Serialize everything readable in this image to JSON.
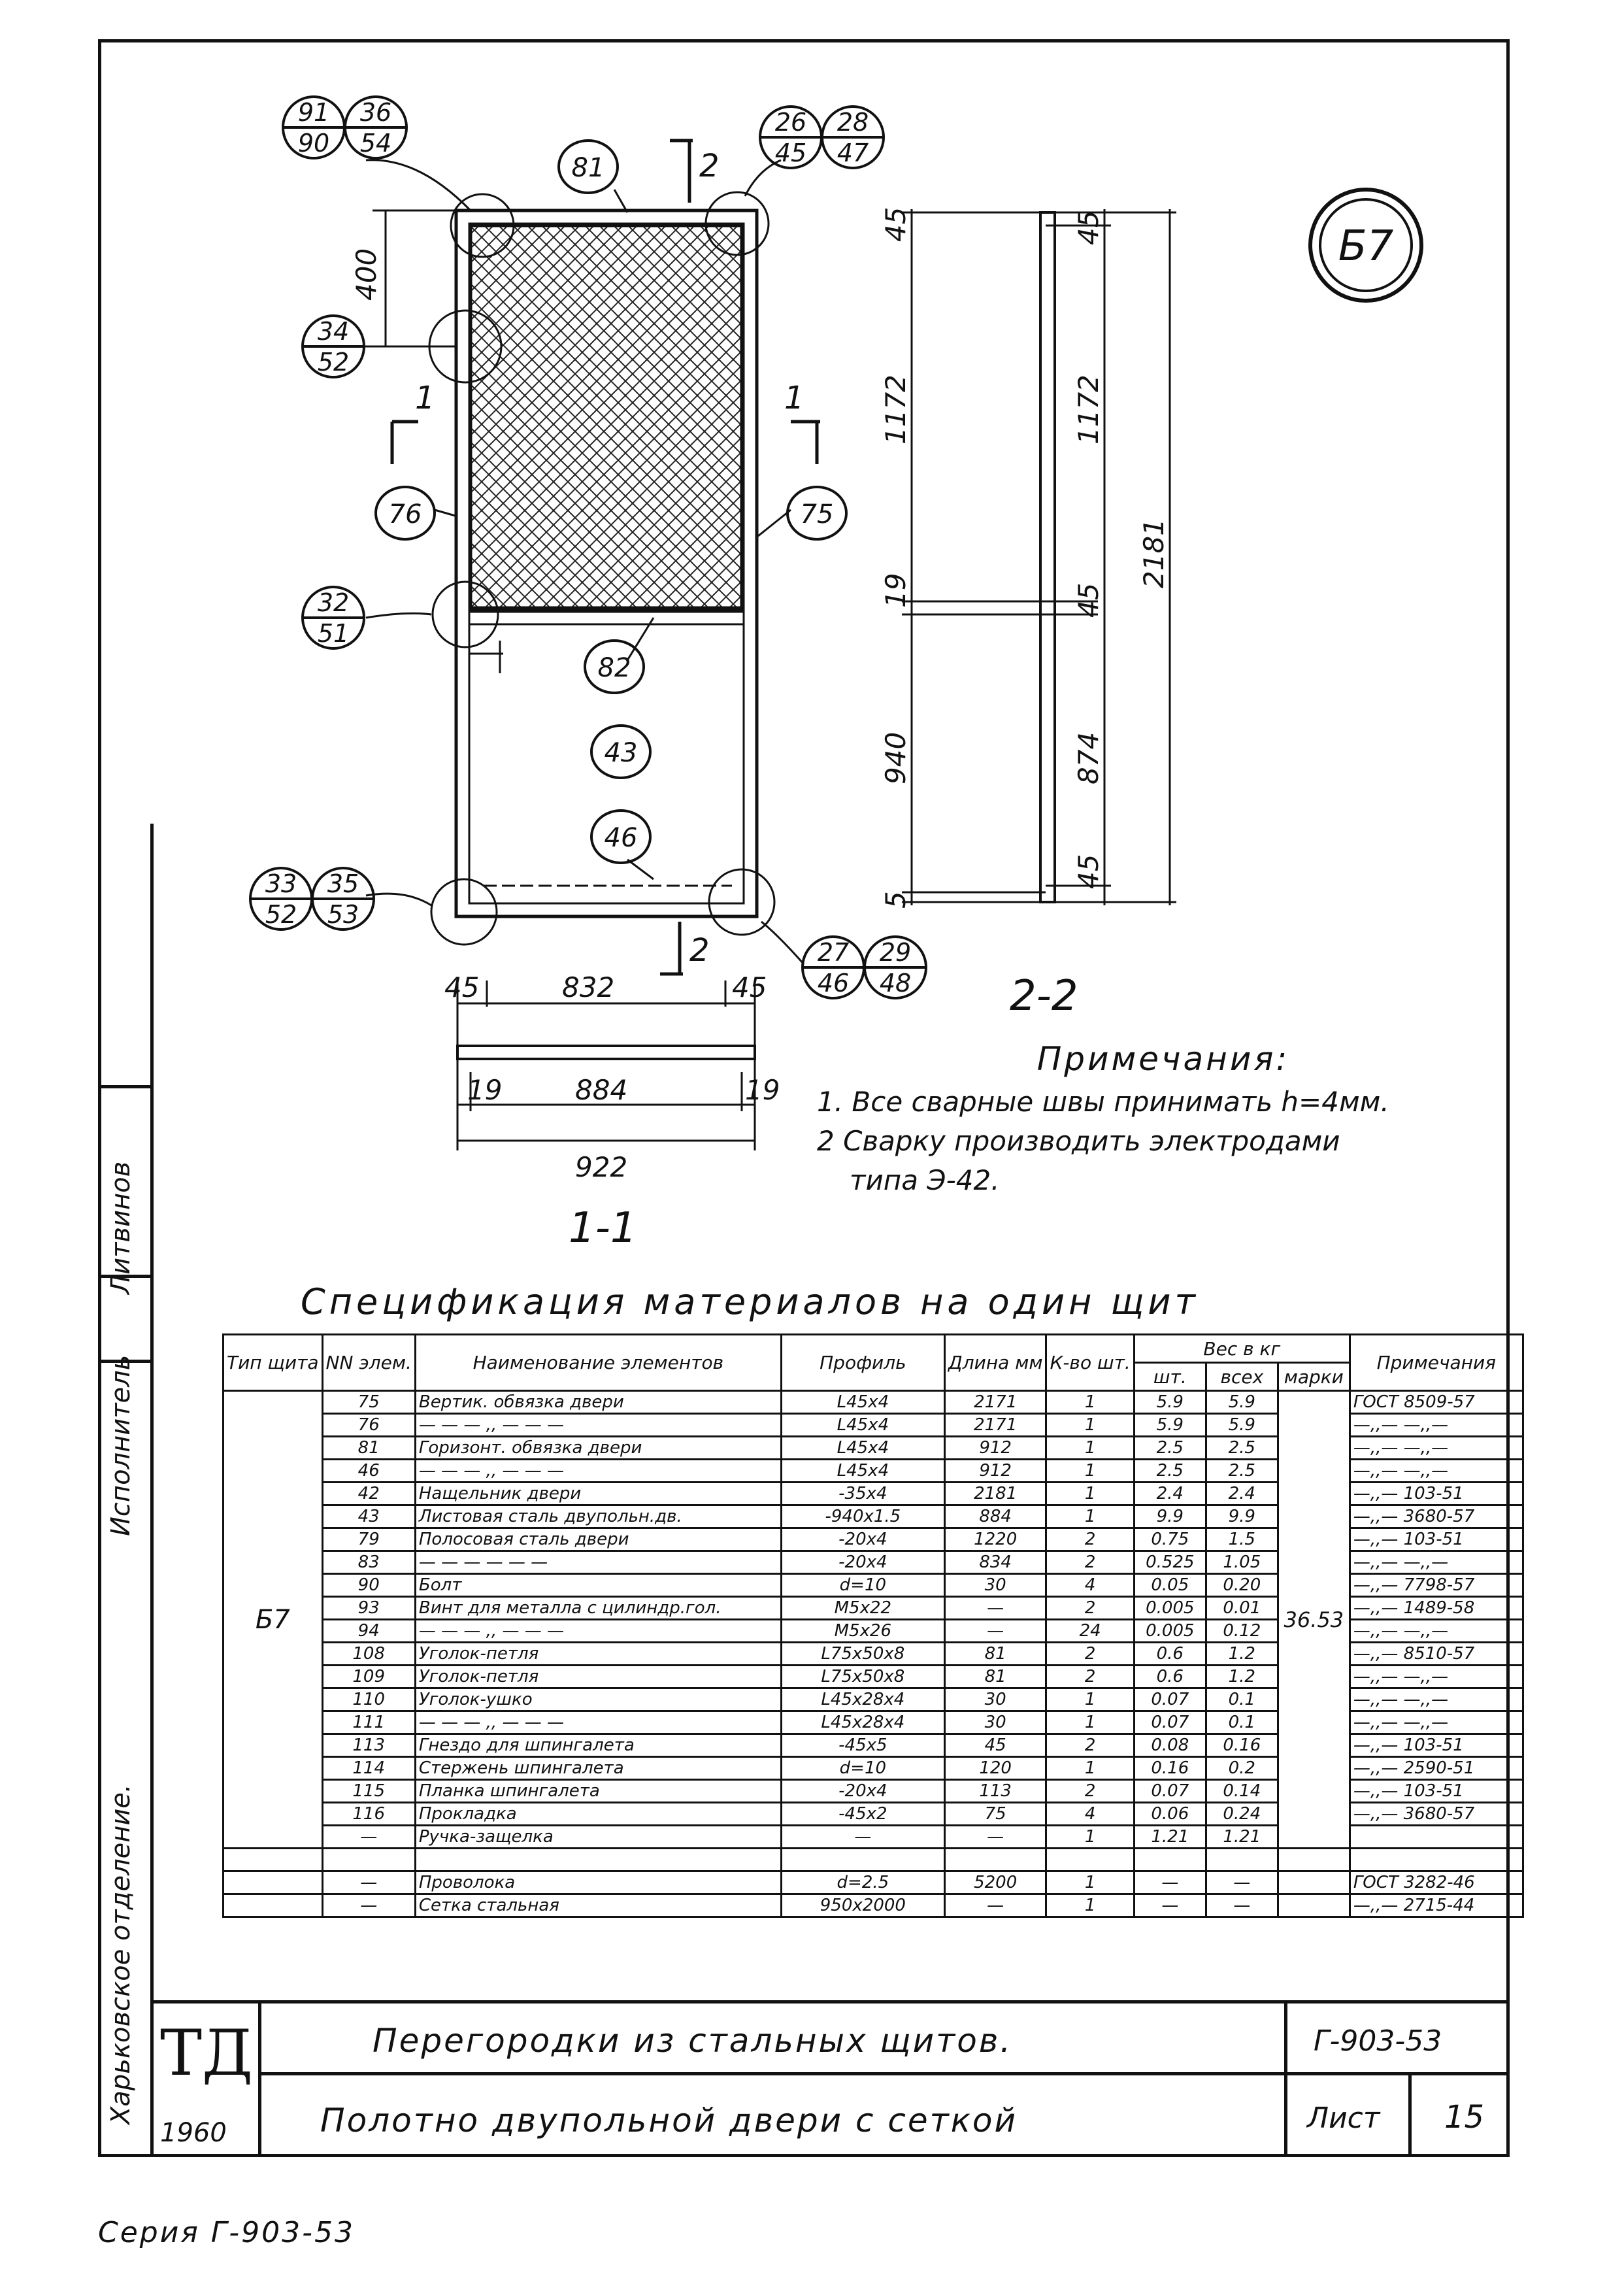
{
  "drawing": {
    "mark_label": "Б7",
    "callouts": [
      {
        "id": "c1",
        "top": "91",
        "bottom": "90"
      },
      {
        "id": "c2",
        "top": "36",
        "bottom": "54"
      },
      {
        "id": "c3",
        "top": "26",
        "bottom": "45"
      },
      {
        "id": "c4",
        "top": "28",
        "bottom": "47"
      },
      {
        "id": "c5",
        "top": "34",
        "bottom": "52"
      },
      {
        "id": "c6",
        "top": "32",
        "bottom": "51"
      },
      {
        "id": "c7",
        "top": "33",
        "bottom": "52"
      },
      {
        "id": "c8",
        "top": "35",
        "bottom": "53"
      },
      {
        "id": "c9",
        "top": "27",
        "bottom": "46"
      },
      {
        "id": "c10",
        "top": "29",
        "bottom": "48"
      }
    ],
    "part_labels": [
      "81",
      "76",
      "75",
      "82",
      "43",
      "46"
    ],
    "dims_front": {
      "d400": "400",
      "d45a": "45",
      "d832": "832",
      "d45b": "45",
      "d19a": "19",
      "d884": "884",
      "d19b": "19",
      "d922": "922"
    },
    "dims_section": {
      "a45": "45",
      "a1172": "1172",
      "a19": "19",
      "a940": "940",
      "a5": "5",
      "b45": "45",
      "b1172": "1172",
      "b45c": "45",
      "b874": "874",
      "b45d": "45",
      "b2181": "2181"
    },
    "section_marks": {
      "s1": "1",
      "s2": "2",
      "s1_1": "1-1",
      "s2_2": "2-2"
    }
  },
  "notes": {
    "title": "Примечания:",
    "items": [
      "1. Все сварные швы принимать h=4мм.",
      "2 Сварку производить электродами",
      "типа Э-42."
    ]
  },
  "spec": {
    "title": "Спецификация материалов на один щит",
    "headers": {
      "type": "Тип щита",
      "nn": "NN элем.",
      "name": "Наименование элементов",
      "profile": "Профиль",
      "length": "Длина мм",
      "qty": "К-во шт.",
      "weight": "Вес в кг",
      "w_piece": "шт.",
      "w_total": "всех",
      "w_brand": "марки",
      "note": "Примечания"
    },
    "type_value": "Б7",
    "brand_weight": "36.53",
    "rows": [
      {
        "nn": "75",
        "name": "Вертик. обвязка двери",
        "profile": "L45x4",
        "len": "2171",
        "qty": "1",
        "wp": "5.9",
        "wt": "5.9",
        "note": "ГОСТ 8509-57"
      },
      {
        "nn": "76",
        "name": "— — — ,, — — —",
        "profile": "L45x4",
        "len": "2171",
        "qty": "1",
        "wp": "5.9",
        "wt": "5.9",
        "note": "—,,— —,,—"
      },
      {
        "nn": "81",
        "name": "Горизонт. обвязка двери",
        "profile": "L45x4",
        "len": "912",
        "qty": "1",
        "wp": "2.5",
        "wt": "2.5",
        "note": "—,,— —,,—"
      },
      {
        "nn": "46",
        "name": "— — — ,, — — —",
        "profile": "L45x4",
        "len": "912",
        "qty": "1",
        "wp": "2.5",
        "wt": "2.5",
        "note": "—,,— —,,—"
      },
      {
        "nn": "42",
        "name": "Нащельник двери",
        "profile": "-35x4",
        "len": "2181",
        "qty": "1",
        "wp": "2.4",
        "wt": "2.4",
        "note": "—,,— 103-51"
      },
      {
        "nn": "43",
        "name": "Листовая сталь двупольн.дв.",
        "profile": "-940x1.5",
        "len": "884",
        "qty": "1",
        "wp": "9.9",
        "wt": "9.9",
        "note": "—,,— 3680-57"
      },
      {
        "nn": "79",
        "name": "Полосовая сталь двери",
        "profile": "-20x4",
        "len": "1220",
        "qty": "2",
        "wp": "0.75",
        "wt": "1.5",
        "note": "—,,— 103-51"
      },
      {
        "nn": "83",
        "name": "— — — — — —",
        "profile": "-20x4",
        "len": "834",
        "qty": "2",
        "wp": "0.525",
        "wt": "1.05",
        "note": "—,,— —,,—"
      },
      {
        "nn": "90",
        "name": "Болт",
        "profile": "d=10",
        "len": "30",
        "qty": "4",
        "wp": "0.05",
        "wt": "0.20",
        "note": "—,,— 7798-57"
      },
      {
        "nn": "93",
        "name": "Винт для металла с цилиндр.гол.",
        "profile": "M5x22",
        "len": "—",
        "qty": "2",
        "wp": "0.005",
        "wt": "0.01",
        "note": "—,,— 1489-58"
      },
      {
        "nn": "94",
        "name": "— — — ,, — — —",
        "profile": "M5x26",
        "len": "—",
        "qty": "24",
        "wp": "0.005",
        "wt": "0.12",
        "note": "—,,— —,,—"
      },
      {
        "nn": "108",
        "name": "Уголок-петля",
        "profile": "L75x50x8",
        "len": "81",
        "qty": "2",
        "wp": "0.6",
        "wt": "1.2",
        "note": "—,,— 8510-57"
      },
      {
        "nn": "109",
        "name": "Уголок-петля",
        "profile": "L75x50x8",
        "len": "81",
        "qty": "2",
        "wp": "0.6",
        "wt": "1.2",
        "note": "—,,— —,,—"
      },
      {
        "nn": "110",
        "name": "Уголок-ушко",
        "profile": "L45x28x4",
        "len": "30",
        "qty": "1",
        "wp": "0.07",
        "wt": "0.1",
        "note": "—,,— —,,—"
      },
      {
        "nn": "111",
        "name": "— — — ,, — — —",
        "profile": "L45x28x4",
        "len": "30",
        "qty": "1",
        "wp": "0.07",
        "wt": "0.1",
        "note": "—,,— —,,—"
      },
      {
        "nn": "113",
        "name": "Гнездо для шпингалета",
        "profile": "-45x5",
        "len": "45",
        "qty": "2",
        "wp": "0.08",
        "wt": "0.16",
        "note": "—,,— 103-51"
      },
      {
        "nn": "114",
        "name": "Стержень шпингалета",
        "profile": "d=10",
        "len": "120",
        "qty": "1",
        "wp": "0.16",
        "wt": "0.2",
        "note": "—,,— 2590-51"
      },
      {
        "nn": "115",
        "name": "Планка шпингалета",
        "profile": "-20x4",
        "len": "113",
        "qty": "2",
        "wp": "0.07",
        "wt": "0.14",
        "note": "—,,— 103-51"
      },
      {
        "nn": "116",
        "name": "Прокладка",
        "profile": "-45x2",
        "len": "75",
        "qty": "4",
        "wp": "0.06",
        "wt": "0.24",
        "note": "—,,— 3680-57"
      },
      {
        "nn": "—",
        "name": "Ручка-защелка",
        "profile": "—",
        "len": "—",
        "qty": "1",
        "wp": "1.21",
        "wt": "1.21",
        "note": ""
      },
      {
        "nn": "",
        "name": "",
        "profile": "",
        "len": "",
        "qty": "",
        "wp": "",
        "wt": "",
        "note": ""
      },
      {
        "nn": "—",
        "name": "Проволока",
        "profile": "d=2.5",
        "len": "5200",
        "qty": "1",
        "wp": "—",
        "wt": "—",
        "note": "ГОСТ 3282-46"
      },
      {
        "nn": "—",
        "name": "Сетка стальная",
        "profile": "950x2000",
        "len": "—",
        "qty": "1",
        "wp": "—",
        "wt": "—",
        "note": "—,,— 2715-44"
      }
    ]
  },
  "sidebar": {
    "org": "Харьковское отделение.",
    "role": "Исполнитель",
    "person": "Литвинов"
  },
  "titleblock": {
    "logo": "ТД",
    "year": "1960",
    "title1": "Перегородки из стальных щитов.",
    "title2": "Полотно двупольной двери с сеткой",
    "code": "Г-903-53",
    "sheet_label": "Лист",
    "sheet_no": "15"
  },
  "footer": {
    "series": "Серия Г-903-53"
  }
}
